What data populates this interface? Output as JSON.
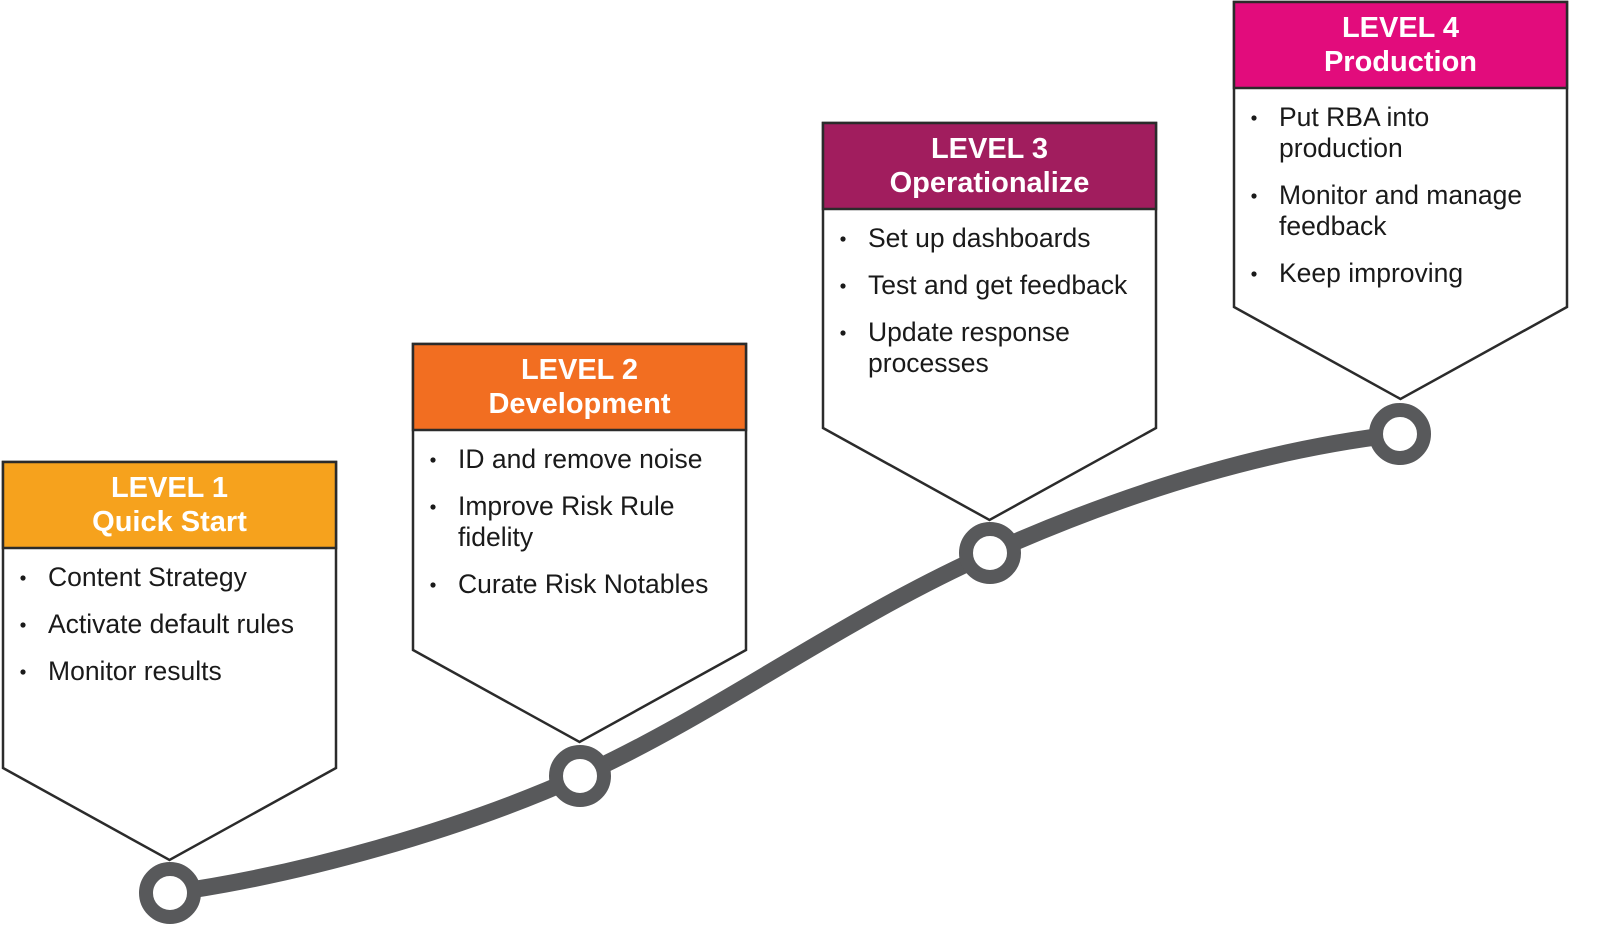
{
  "colors": {
    "path": "#58595b",
    "outline": "#2b2b2b",
    "level_1": "#f6a21d",
    "level_2": "#f26e21",
    "level_3": "#a11d5e",
    "level_4": "#e20c7c"
  },
  "levels": [
    {
      "label": "LEVEL 1",
      "name": "Quick Start",
      "items": [
        [
          "Content Strategy"
        ],
        [
          "Activate default rules"
        ],
        [
          "Monitor results"
        ]
      ]
    },
    {
      "label": "LEVEL 2",
      "name": "Development",
      "items": [
        [
          "ID and remove noise"
        ],
        [
          "Improve Risk Rule",
          "fidelity"
        ],
        [
          "Curate Risk Notables"
        ]
      ]
    },
    {
      "label": "LEVEL 3",
      "name": "Operationalize",
      "items": [
        [
          "Set up dashboards"
        ],
        [
          "Test and get feedback"
        ],
        [
          "Update response",
          "processes"
        ]
      ]
    },
    {
      "label": "LEVEL 4",
      "name": "Production",
      "items": [
        [
          "Put RBA into",
          "production"
        ],
        [
          "Monitor and manage",
          "feedback"
        ],
        [
          "Keep improving"
        ]
      ]
    }
  ]
}
